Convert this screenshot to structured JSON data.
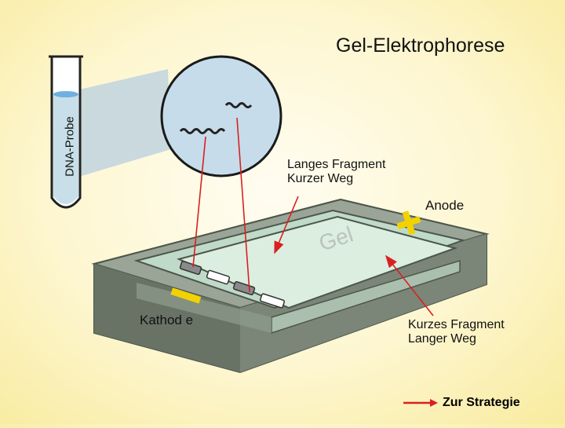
{
  "diagram": {
    "title": "Gel-Elektrophorese",
    "tube_label": "DNA-Probe",
    "gel_label": "Gel",
    "long_fragment": {
      "line1": "Langes Fragment",
      "line2": "Kurzer Weg"
    },
    "anode_label": "Anode",
    "cathode_label": "Kathod e",
    "short_fragment": {
      "line1": "Kurzes Fragment",
      "line2": "Langer Weg"
    }
  },
  "navigation": {
    "strategy_link_label": "Zur Strategie"
  },
  "colors": {
    "background": "#fdf6cf",
    "tray_dark": "#6f7a6d",
    "tray_top": "#9aa597",
    "gel_surface": "#dbeee0",
    "tube_liquid": "#6fb0e0",
    "magnifier_fill": "#c6dcea",
    "pointer_red": "#d92020",
    "electrode_yellow": "#f2d200"
  }
}
